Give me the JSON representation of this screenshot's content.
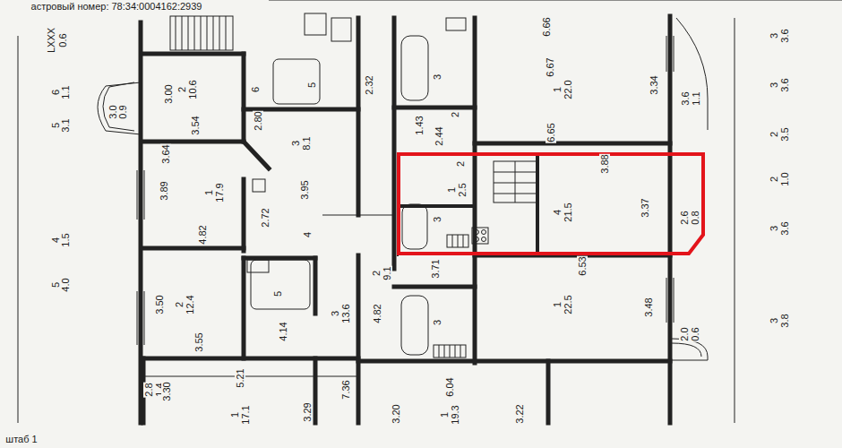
{
  "diagram": {
    "nodes": [
      {
        "text": [
          "3.88",
          "2",
          "1",
          "2.5",
          "3",
          "4",
          "21.5",
          "3.37"
        ]
      }
    ],
    "labels": [
      "астровый номер: 78:34:0004162:2939",
      "штаб 1",
      "LXXX",
      "0.6",
      "6",
      "1.1",
      "5",
      "3.1",
      "3.0",
      "0.9",
      "4",
      "1.5",
      "5",
      "4.0",
      "2.8",
      "1.4",
      "3.00",
      "2",
      "10.6",
      "3.54",
      "3.64",
      "3.89",
      "1",
      "17.9",
      "4.82",
      "2.72",
      "3.95",
      "3",
      "8.1",
      "2.80",
      "6",
      "5",
      "4",
      "2.32",
      "3",
      "1.43",
      "2",
      "2.44",
      "6.66",
      "6.67",
      "1",
      "22.0",
      "3.34",
      "6.65",
      "3.6",
      "1.1",
      "2.6",
      "0.8",
      "2",
      "9.1",
      "3.71",
      "6.53",
      "1",
      "22.5",
      "3.48",
      "2.0",
      "0.6",
      "3.50",
      "2",
      "12.4",
      "3.55",
      "5",
      "4.14",
      "3",
      "13.6",
      "4.82",
      "3",
      "5.21",
      "3.30",
      "1",
      "17.1",
      "3.29",
      "7.36",
      "3.20",
      "6.04",
      "1",
      "19.3",
      "3.22",
      "3",
      "3.6",
      "3",
      "3.6",
      "2",
      "3.5",
      "2",
      "1.0",
      "3",
      "3.6",
      "3",
      "3.8"
    ]
  }
}
